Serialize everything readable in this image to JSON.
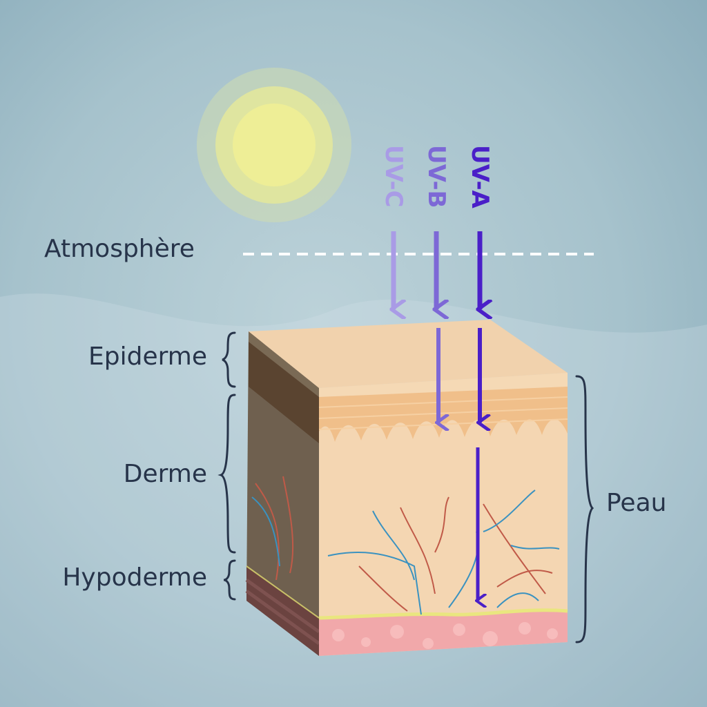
{
  "labels": {
    "atmosphere": "Atmosphère",
    "epiderme": "Epiderme",
    "derme": "Derme",
    "hypoderme": "Hypoderme",
    "peau": "Peau"
  },
  "rays": [
    {
      "label": "UV-C",
      "color": "#a99be6"
    },
    {
      "label": "UV-B",
      "color": "#7d68d6"
    },
    {
      "label": "UV-A",
      "color": "#4a1fc8"
    }
  ],
  "colors": {
    "sun": "#eeee96",
    "epidermis": "#f0c99a",
    "dermis": "#f4d6b2",
    "hypodermis": "#f1a8aa",
    "text": "#27344a"
  }
}
